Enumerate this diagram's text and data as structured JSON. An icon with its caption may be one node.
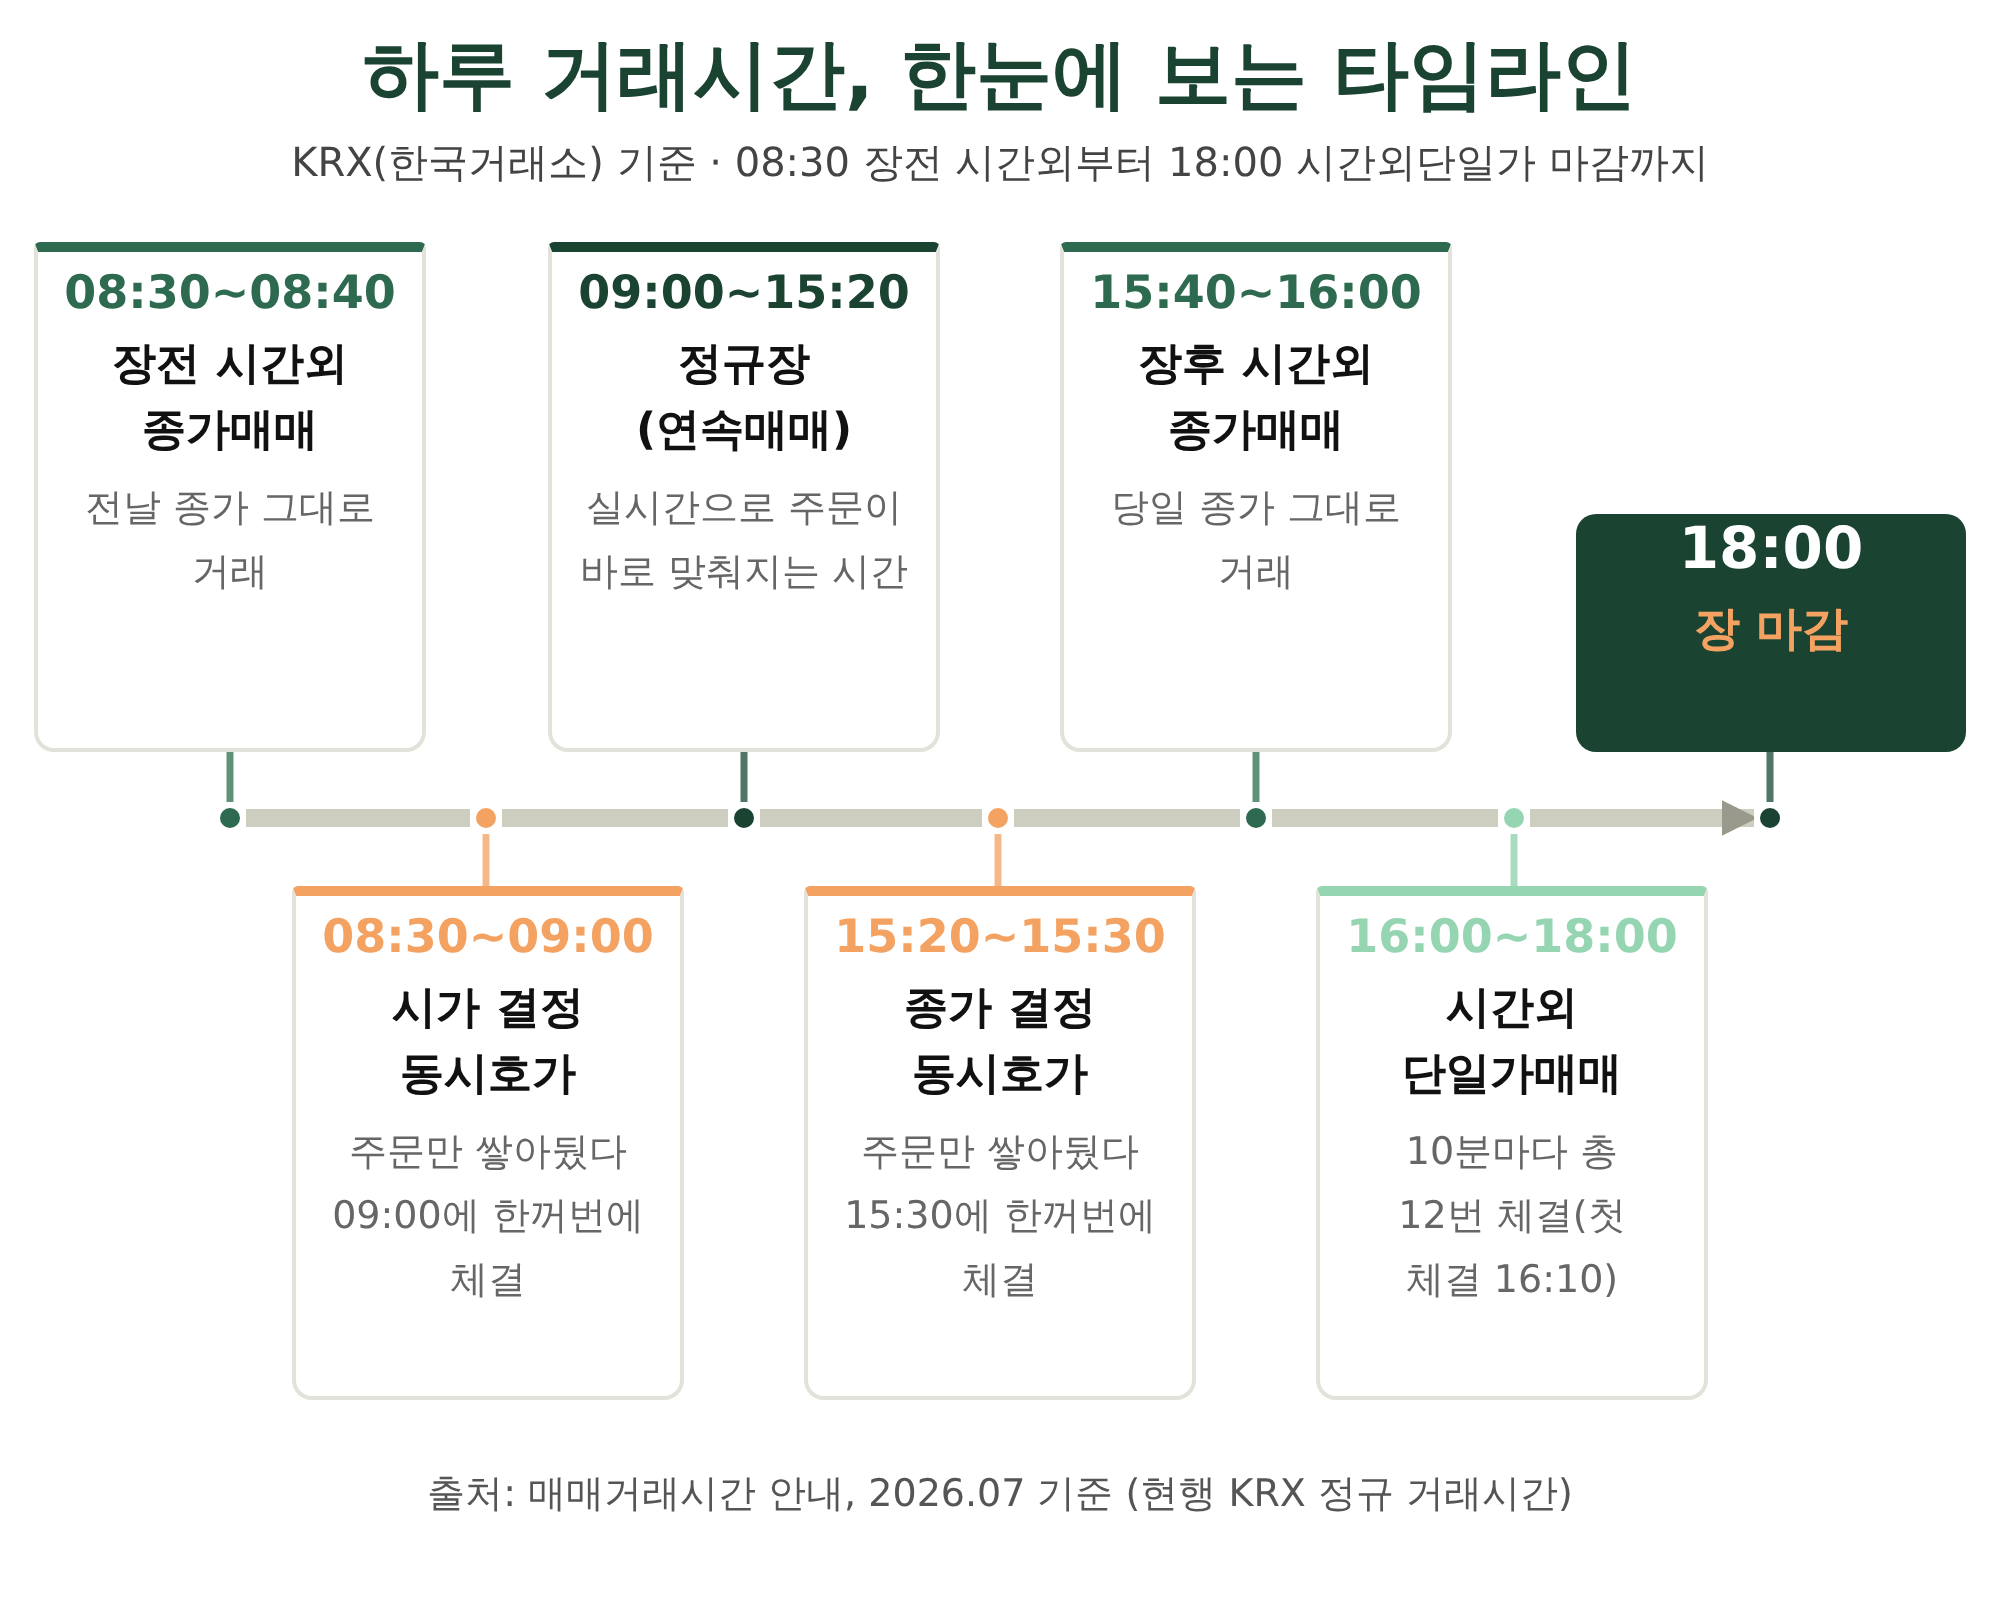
{
  "diagram": {
    "title": "하루 거래시간, 한눈에 보는 타임라인",
    "caption": "출처: 매매거래시간 안내, 2026.07 기준 (현행 KRX 정규 거래시간)",
    "labels": [
      "KRX(한국거래소) 기준 · 08:30 장전 시간외부터 18:00 시간외단일가 마감까지"
    ],
    "nodes": [
      {
        "text": [
          "08:30~08:40",
          "장전 시간외 종가매매",
          "전날 종가 그대로 거래"
        ]
      },
      {
        "text": [
          "09:00~15:20",
          "정규장 (연속매매)",
          "실시간으로 주문이 바로 맞춰지는 시간"
        ]
      },
      {
        "text": [
          "15:40~16:00",
          "장후 시간외 종가매매",
          "당일 종가 그대로 거래"
        ]
      },
      {
        "text": [
          "18:00",
          "장 마감"
        ]
      },
      {
        "text": [
          "08:30~09:00",
          "시가 결정 동시호가",
          "주문만 쌓아뒀다 09:00에 한꺼번에 체결"
        ]
      },
      {
        "text": [
          "15:20~15:30",
          "종가 결정 동시호가",
          "주문만 쌓아뒀다 15:30에 한꺼번에 체결"
        ]
      },
      {
        "text": [
          "16:00~18:00",
          "시간외 단일가매매",
          "10분마다 총 12번 체결(첫 체결 16:10)"
        ]
      },
      {
        "text": [],
        "shape": "circle"
      },
      {
        "text": [],
        "shape": "circle"
      },
      {
        "text": [],
        "shape": "circle"
      },
      {
        "text": [],
        "shape": "circle"
      },
      {
        "text": [],
        "shape": "circle"
      },
      {
        "text": [],
        "shape": "circle"
      },
      {
        "text": [],
        "shape": "circle"
      }
    ],
    "edges": [
      {
        "from": 0,
        "to": 7,
        "arrow": "none",
        "color": "#5f9277"
      },
      {
        "from": 1,
        "to": 9,
        "arrow": "none",
        "color": "#4f7565"
      },
      {
        "from": 2,
        "to": 11,
        "arrow": "none",
        "color": "#5f9277"
      },
      {
        "from": 3,
        "to": 13,
        "arrow": "none",
        "color": "#4f7565"
      },
      {
        "from": 8,
        "to": 4,
        "arrow": "none",
        "color": "#f7b888"
      },
      {
        "from": 10,
        "to": 5,
        "arrow": "none",
        "color": "#f7b888"
      },
      {
        "from": 12,
        "to": 6,
        "arrow": "none",
        "color": "#a8dcc0"
      },
      {
        "from": 7,
        "to": 8,
        "arrow": "none",
        "style": "thick",
        "color": "#cdcdc0"
      },
      {
        "from": 8,
        "to": 9,
        "arrow": "none",
        "style": "thick",
        "color": "#cdcdc0"
      },
      {
        "from": 9,
        "to": 10,
        "arrow": "none",
        "style": "thick",
        "color": "#cdcdc0"
      },
      {
        "from": 10,
        "to": 11,
        "arrow": "none",
        "style": "thick",
        "color": "#cdcdc0"
      },
      {
        "from": 11,
        "to": 12,
        "arrow": "none",
        "style": "thick",
        "color": "#cdcdc0"
      },
      {
        "from": 12,
        "to": 13,
        "arrow": "to",
        "style": "thick",
        "color": "#cdcdc0"
      }
    ]
  }
}
